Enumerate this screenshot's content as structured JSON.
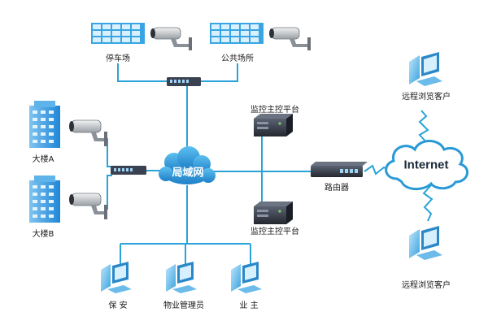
{
  "labels": {
    "parking": "停车场",
    "public_area": "公共场所",
    "building_a": "大楼A",
    "building_b": "大楼B",
    "lan": "局域网",
    "monitor_top": "监控主控平台",
    "monitor_bottom": "监控主控平台",
    "router": "路由器",
    "internet": "Internet",
    "remote_top": "远程浏览客户",
    "remote_bottom": "远程浏览客户",
    "security": "保  安",
    "property": "物业管理员",
    "owner": "业  主"
  },
  "colors": {
    "line": "#29a3d8",
    "cloud": "#2a9ad6",
    "building": "#1f86d6",
    "device": "#3a4150"
  }
}
